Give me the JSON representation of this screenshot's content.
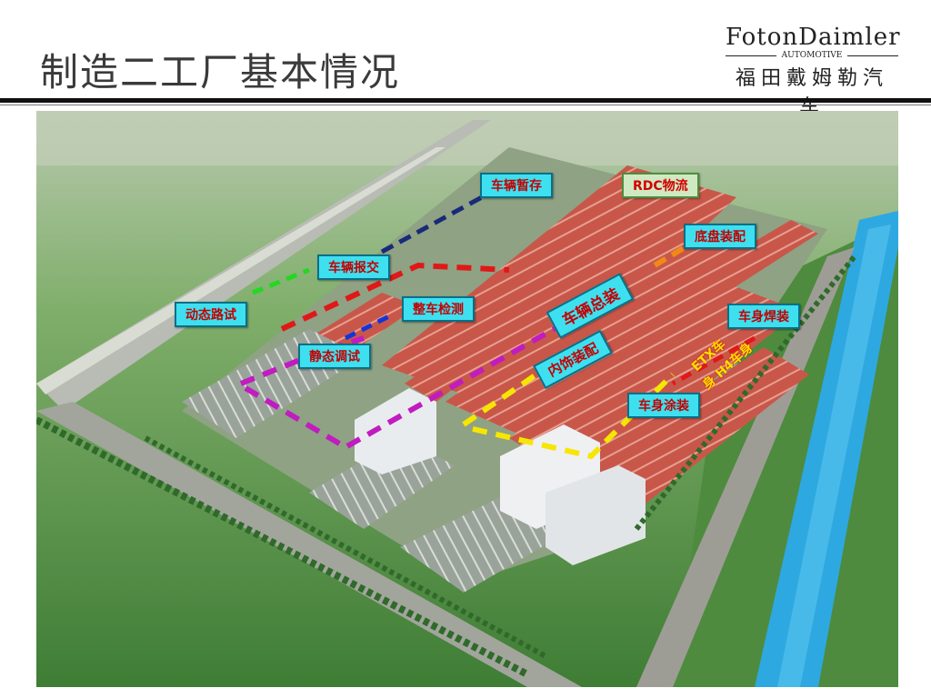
{
  "slide": {
    "title": "制造二工厂基本情况"
  },
  "logo": {
    "brand": "FotonDaimler",
    "sub": "AUTOMOTIVE",
    "cn": "福田戴姆勒汽车"
  },
  "labels": {
    "vehicle_temp_storage": "车辆暂存",
    "rdc_logistics": "RDC物流",
    "chassis_assembly": "底盘装配",
    "vehicle_report": "车辆报交",
    "dynamic_road_test": "动态路试",
    "vehicle_inspection": "整车检测",
    "vehicle_final_assembly": "车辆总装",
    "body_welding": "车身焊装",
    "static_debug": "静态调试",
    "interior_assembly": "内饰装配",
    "body_painting": "车身涂装",
    "etx_body": "ETX车",
    "h4_body": "身 H4车身"
  },
  "colors": {
    "label_bg": "#3ee0f0",
    "label_text": "#c40000",
    "rdc_bg": "#cfe9c2",
    "roof": "#c8574a",
    "grass": "#5f9a4f",
    "river": "#2ea8e0"
  }
}
